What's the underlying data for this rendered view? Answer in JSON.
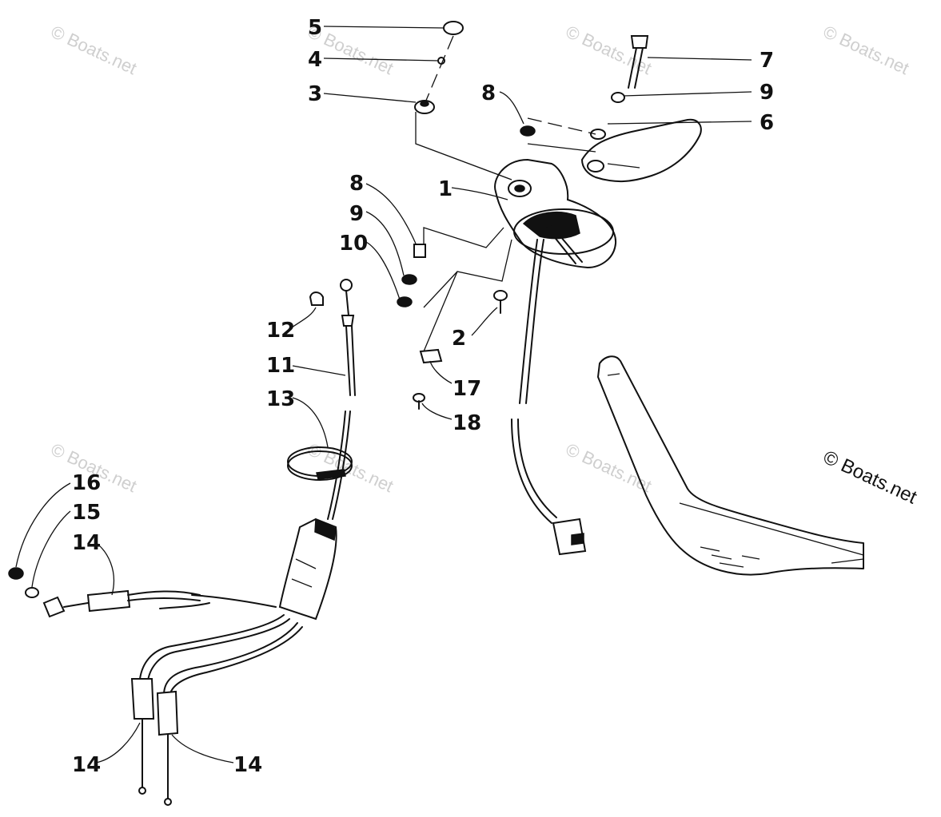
{
  "watermark_text": "© Boats.net",
  "copyright_text": "© Boats.net",
  "labels": {
    "l1": "1",
    "l2": "2",
    "l3": "3",
    "l4": "4",
    "l5": "5",
    "l6": "6",
    "l7": "7",
    "l8a": "8",
    "l8b": "8",
    "l9a": "9",
    "l9b": "9",
    "l10": "10",
    "l11": "11",
    "l12": "12",
    "l13": "13",
    "l14a": "14",
    "l14b": "14",
    "l14c": "14",
    "l15": "15",
    "l16": "16",
    "l17": "17",
    "l18": "18"
  }
}
